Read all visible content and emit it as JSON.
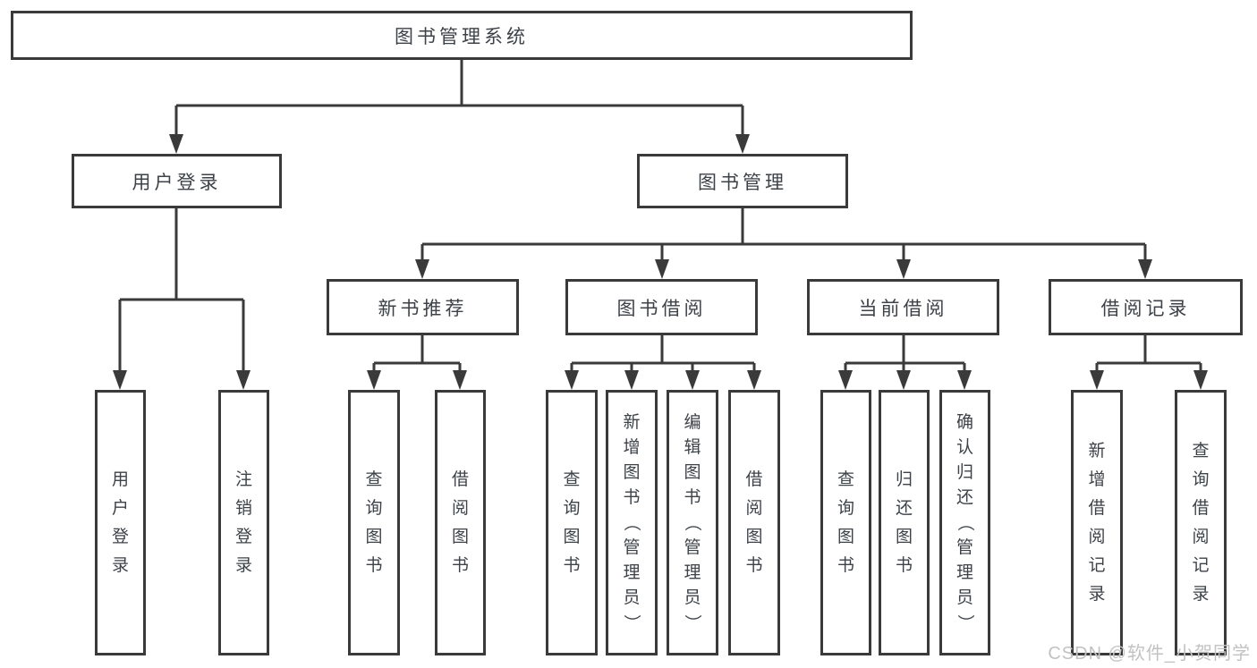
{
  "diagram": {
    "root": "图书管理系统",
    "user_login": {
      "label": "用户登录",
      "children": {
        "login": "用户登录",
        "logout": "注销登录"
      }
    },
    "book_management": {
      "label": "图书管理",
      "sections": {
        "new_book_recommend": {
          "label": "新书推荐",
          "children": {
            "query": "查询图书",
            "borrow": "借阅图书"
          }
        },
        "book_borrowing": {
          "label": "图书借阅",
          "children": {
            "query": "查询图书",
            "add": "新增图书（管理员）",
            "edit": "编辑图书（管理员）",
            "borrow": "借阅图书"
          }
        },
        "current_borrowing": {
          "label": "当前借阅",
          "children": {
            "query": "查询图书",
            "return": "归还图书",
            "confirm_return": "确认归还（管理员）"
          }
        },
        "borrowing_records": {
          "label": "借阅记录",
          "children": {
            "add_record": "新增借阅记录",
            "query_record": "查询借阅记录"
          }
        }
      }
    }
  },
  "watermark": "CSDN @软件_小贺同学",
  "colors": {
    "line": "#3a3a3a",
    "text": "#3d4248",
    "watermark": "#c3c2c2",
    "background": "#ffffff"
  }
}
